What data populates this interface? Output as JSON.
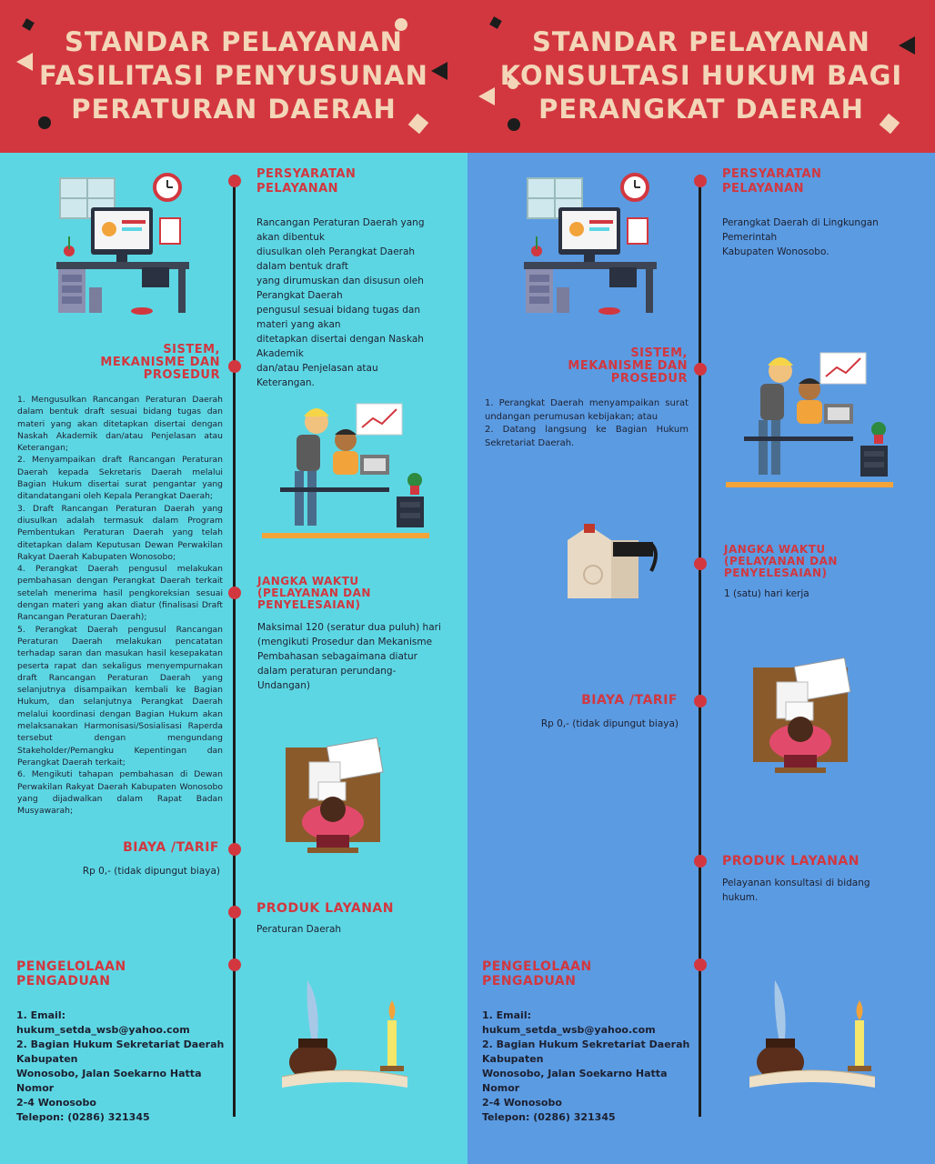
{
  "left": {
    "title": "STANDAR PELAYANAN\nFASILITASI PENYUSUNAN\nPERATURAN DAERAH",
    "persyaratan_title": "PERSYARATAN\nPELAYANAN",
    "persyaratan_text": "Rancangan Peraturan Daerah yang\nakan dibentuk\ndiusulkan oleh Perangkat Daerah\ndalam bentuk draft\nyang dirumuskan dan disusun oleh\nPerangkat Daerah\npengusul sesuai bidang tugas dan\nmateri yang akan\nditetapkan disertai dengan Naskah\nAkademik\ndan/atau Penjelasan atau\nKeterangan.",
    "sistem_title": "SISTEM,\nMEKANISME DAN\nPROSEDUR",
    "sistem_items": [
      "1. Mengusulkan Rancangan Peraturan Daerah dalam bentuk draft sesuai bidang tugas dan materi yang akan ditetapkan disertai dengan Naskah Akademik dan/atau Penjelasan atau Keterangan;",
      "2. Menyampaikan draft Rancangan Peraturan Daerah kepada Sekretaris Daerah melalui Bagian Hukum disertai surat pengantar yang ditandatangani oleh Kepala Perangkat Daerah;",
      "3. Draft Rancangan Peraturan Daerah yang diusulkan adalah termasuk dalam Program Pembentukan Peraturan Daerah yang telah ditetapkan dalam Keputusan Dewan Perwakilan Rakyat Daerah Kabupaten Wonosobo;",
      "4. Perangkat Daerah pengusul melakukan pembahasan dengan Perangkat Daerah terkait setelah menerima hasil pengkoreksian sesuai dengan materi yang akan diatur (finalisasi Draft Rancangan Peraturan Daerah);",
      "5. Perangkat Daerah pengusul Rancangan Peraturan Daerah melakukan pencatatan terhadap saran dan masukan hasil kesepakatan peserta rapat dan sekaligus menyempurnakan draft Rancangan Peraturan Daerah yang selanjutnya disampaikan kembali ke Bagian Hukum, dan selanjutnya Perangkat Daerah melalui koordinasi dengan Bagian Hukum akan melaksanakan Harmonisasi/Sosialisasi Raperda tersebut dengan mengundang Stakeholder/Pemangku Kepentingan dan Perangkat Daerah terkait;",
      "6. Mengikuti tahapan pembahasan di Dewan Perwakilan Rakyat Daerah Kabupaten Wonosobo yang dijadwalkan dalam Rapat Badan Musyawarah;"
    ],
    "jangka_title": "JANGKA WAKTU\n(PELAYANAN DAN\nPENYELESAIAN)",
    "jangka_text": "Maksimal 120 (seratur dua puluh) hari\n(mengikuti Prosedur dan Mekanisme\nPembahasan sebagaimana diatur\ndalam peraturan perundang-\nUndangan)",
    "biaya_title": "BIAYA /TARIF",
    "biaya_text": "Rp 0,- (tidak dipungut biaya)",
    "produk_title": "PRODUK LAYANAN",
    "produk_text": "Peraturan Daerah",
    "pengaduan_title": "PENGELOLAAN\nPENGADUAN",
    "pengaduan_text": "1. Email: hukum_setda_wsb@yahoo.com\n2. Bagian Hukum Sekretariat Daerah\nKabupaten\nWonosobo, Jalan Soekarno Hatta Nomor\n2-4 Wonosobo\nTelepon: (0286) 321345"
  },
  "right": {
    "title": "STANDAR PELAYANAN\nKONSULTASI HUKUM BAGI\nPERANGKAT DAERAH",
    "persyaratan_title": "PERSYARATAN\nPELAYANAN",
    "persyaratan_text": "Perangkat Daerah di Lingkungan\nPemerintah\nKabupaten Wonosobo.",
    "sistem_title": "SISTEM,\nMEKANISME DAN\nPROSEDUR",
    "sistem_items": [
      "1. Perangkat Daerah menyampaikan surat undangan perumusan kebijakan; atau",
      "2. Datang langsung ke Bagian Hukum Sekretariat Daerah."
    ],
    "jangka_title": "JANGKA WAKTU\n(PELAYANAN DAN\nPENYELESAIAN)",
    "jangka_text": "1 (satu) hari kerja",
    "biaya_title": "BIAYA /TARIF",
    "biaya_text": "Rp 0,- (tidak dipungut biaya)",
    "produk_title": "PRODUK LAYANAN",
    "produk_text": "Pelayanan konsultasi di bidang\nhukum.",
    "pengaduan_title": "PENGELOLAAN\nPENGADUAN",
    "pengaduan_text": "1. Email: hukum_setda_wsb@yahoo.com\n2. Bagian Hukum Sekretariat Daerah\nKabupaten\nWonosobo, Jalan Soekarno Hatta Nomor\n2-4 Wonosobo\nTelepon: (0286) 321345"
  },
  "colors": {
    "header": "#d2373f",
    "header_text": "#f3d6b8",
    "left_bg": "#5dd6e3",
    "right_bg": "#5b9be2",
    "accent": "#d2373f"
  },
  "icons": [
    "office-desk-illustration",
    "team-meeting-illustration",
    "coffee-bag-illustration",
    "reading-desk-illustration",
    "quill-candle-illustration"
  ]
}
